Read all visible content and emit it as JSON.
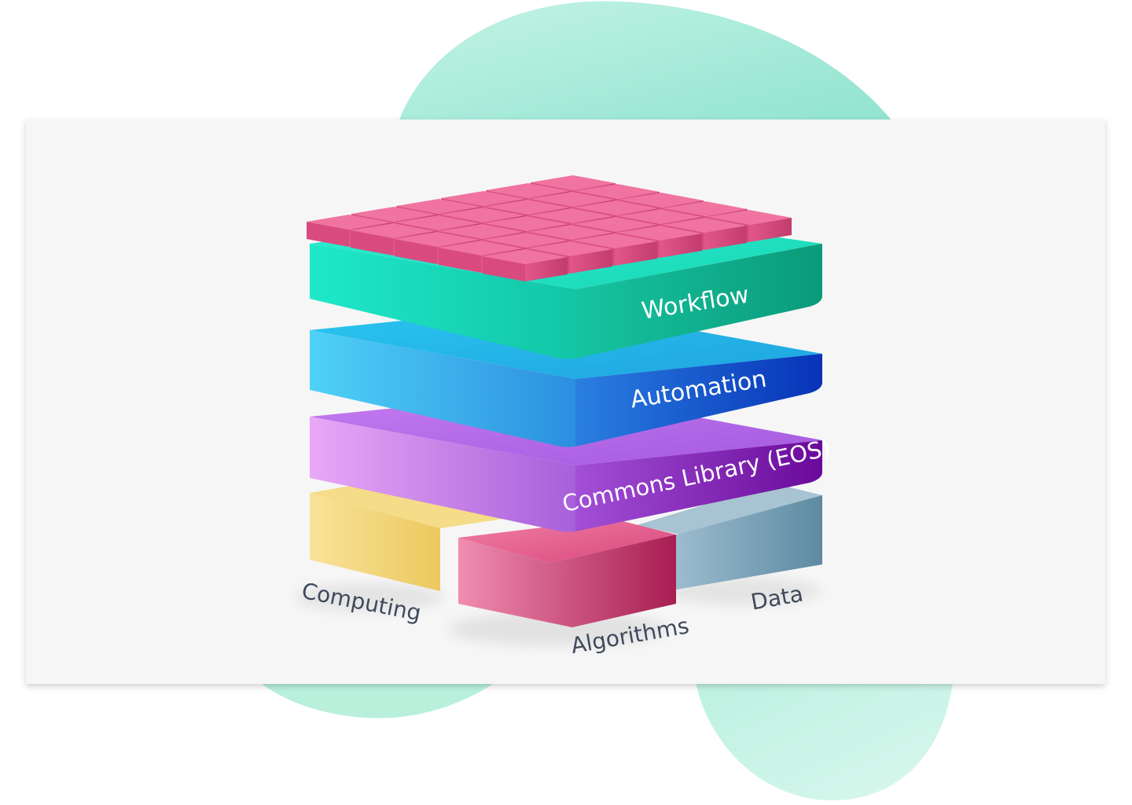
{
  "colors": {
    "blob": "#9fe9d4",
    "card_background": "#f6f6f6",
    "workflow_layer": "#19d9b8",
    "automation_layer": "#2aa3e6",
    "commons_layer": "#b66ee6",
    "computing_block": "#f4d878",
    "algorithms_block": "#e8668f",
    "data_block": "#7ea6b9",
    "workflow_tiles": "#e55e8e",
    "label_dark": "#3f4a5c",
    "label_light": "#ffffff"
  },
  "layers": {
    "workflow": "Workflow",
    "automation": "Automation",
    "commons": "Commons Library (EOS)"
  },
  "blocks": {
    "computing": "Computing",
    "algorithms": "Algorithms",
    "data": "Data"
  },
  "tile_grid": {
    "rows": 5,
    "cols": 6
  }
}
